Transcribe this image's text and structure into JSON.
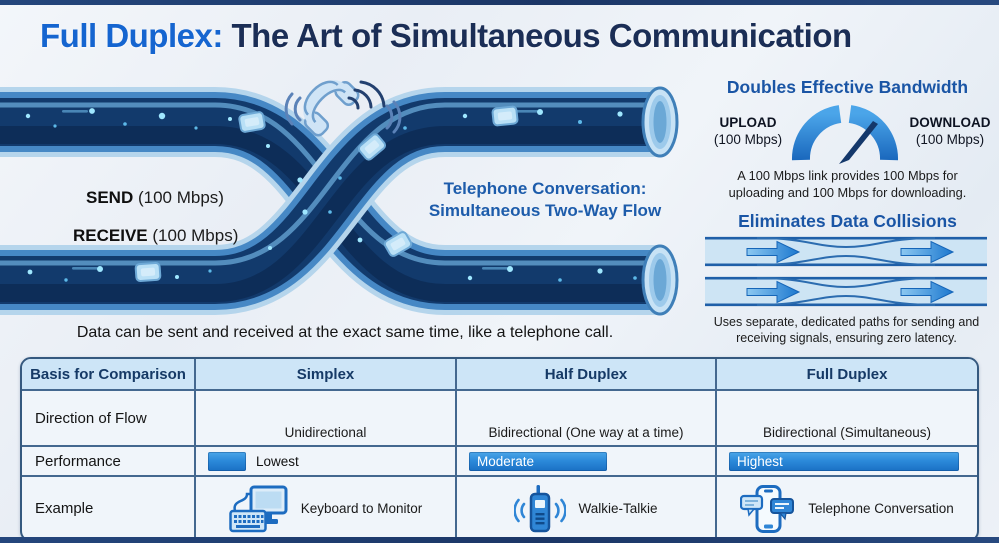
{
  "title": {
    "highlight": "Full Duplex:",
    "rest": " The Art of Simultaneous Communication"
  },
  "diagram": {
    "send_label": "SEND",
    "send_value": "(100 Mbps)",
    "receive_label": "RECEIVE",
    "receive_value": "(100 Mbps)",
    "center_caption_line1": "Telephone Conversation:",
    "center_caption_line2": "Simultaneous Two-Way Flow",
    "bottom_caption": "Data can be sent and received at the exact same time, like a telephone call."
  },
  "bandwidth_panel": {
    "heading": "Doubles Effective Bandwidth",
    "upload_label": "UPLOAD",
    "upload_value": "(100 Mbps)",
    "download_label": "DOWNLOAD",
    "download_value": "(100 Mbps)",
    "description_line1": "A 100 Mbps link provides 100 Mbps for",
    "description_line2": "uploading and 100 Mbps for downloading."
  },
  "collisions_panel": {
    "heading": "Eliminates Data Collisions",
    "description_line1": "Uses separate, dedicated paths for sending and",
    "description_line2": "receiving signals, ensuring zero latency."
  },
  "comparison_table": {
    "headers": [
      "Basis for Comparison",
      "Simplex",
      "Half Duplex",
      "Full Duplex"
    ],
    "rows": [
      {
        "label": "Direction of Flow",
        "cells": [
          "Unidirectional",
          "Bidirectional (One way at a time)",
          "Bidirectional (Simultaneous)"
        ]
      },
      {
        "label": "Performance",
        "cells": [
          "Lowest",
          "Moderate",
          "Highest"
        ]
      },
      {
        "label": "Example",
        "cells": [
          "Keyboard to Monitor",
          "Walkie-Talkie",
          "Telephone Conversation"
        ]
      }
    ]
  },
  "colors": {
    "title_accent": "#1565d0",
    "title_navy": "#1b2e56",
    "panel_heading_blue": "#1a55a5",
    "bar_blue": "#1a70c4",
    "table_header_bg": "#cde5f7",
    "pipe_dark": "#123a6c",
    "pipe_rim": "#4688c5"
  }
}
